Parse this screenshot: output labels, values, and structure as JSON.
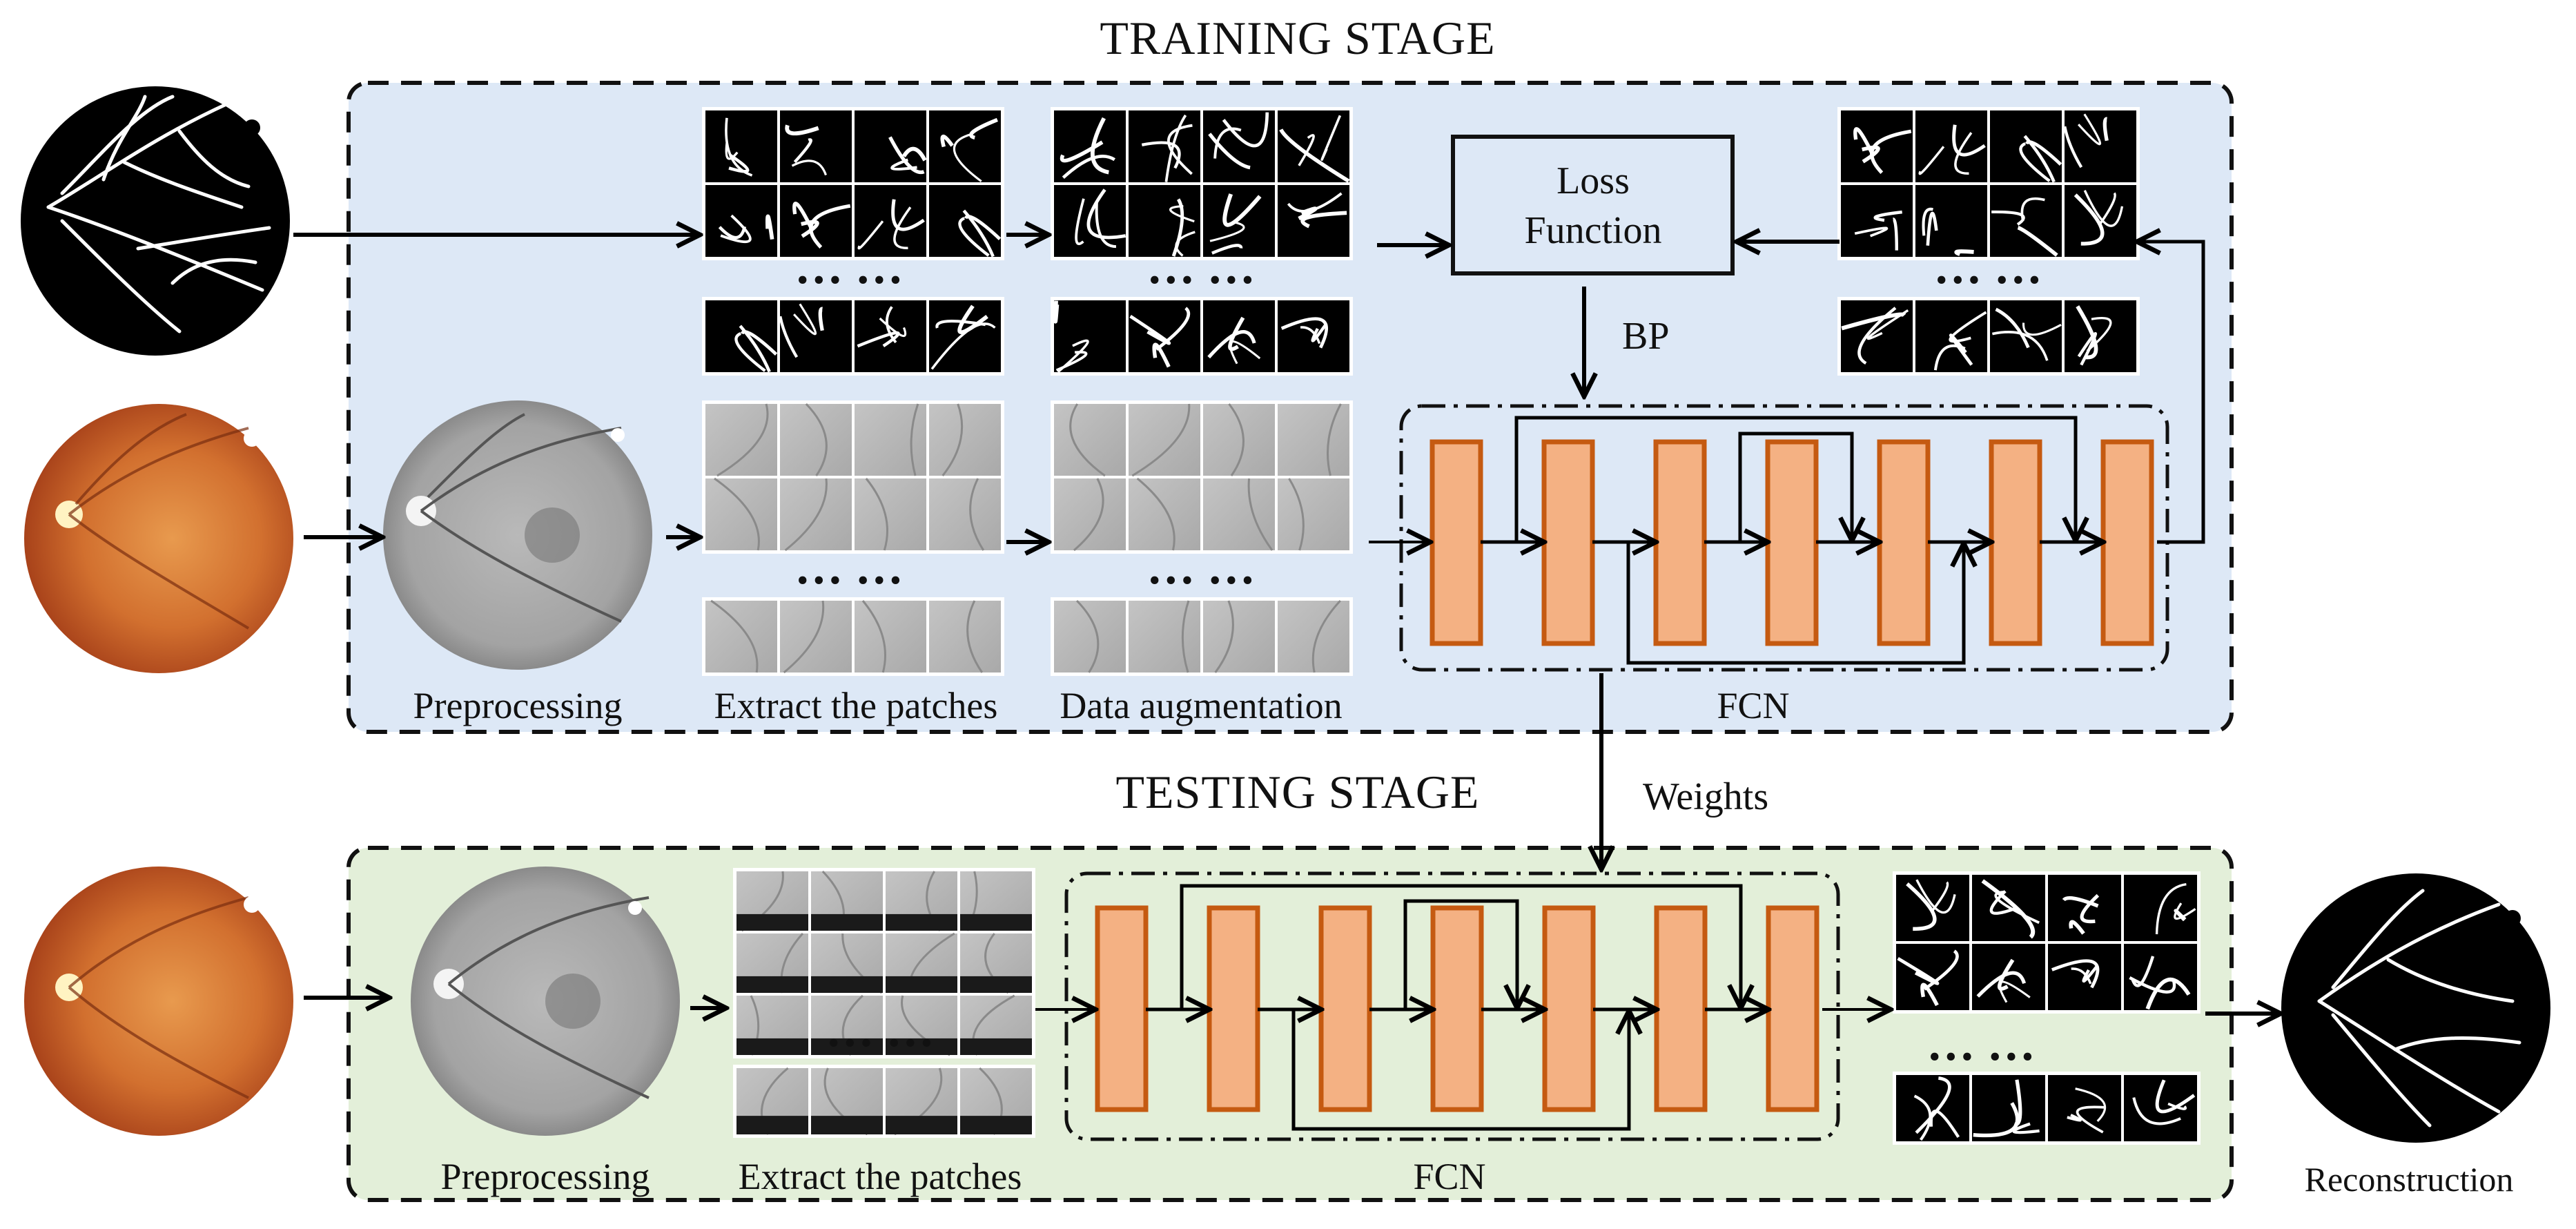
{
  "training": {
    "title": "TRAINING STAGE",
    "captions": {
      "preprocessing": "Preprocessing",
      "extract": "Extract the patches",
      "augmentation": "Data augmentation",
      "fcn": "FCN"
    },
    "loss_line1": "Loss",
    "loss_line2": "Function",
    "bp_label": "BP"
  },
  "weights_label": "Weights",
  "testing": {
    "title": "TESTING STAGE",
    "captions": {
      "preprocessing": "Preprocessing",
      "extract": "Extract the patches",
      "fcn": "FCN",
      "reconstruction": "Reconstruction"
    }
  },
  "ellipsis": "… …",
  "colors": {
    "training_bg": "#dde8f6",
    "testing_bg": "#e3efd9",
    "fcn_block_fill": "#f4b183",
    "fcn_block_stroke": "#c55a11",
    "fundus_center": "#e2873a",
    "fundus_edge": "#a8421a",
    "gray_fundus": "#9a9a9a"
  }
}
